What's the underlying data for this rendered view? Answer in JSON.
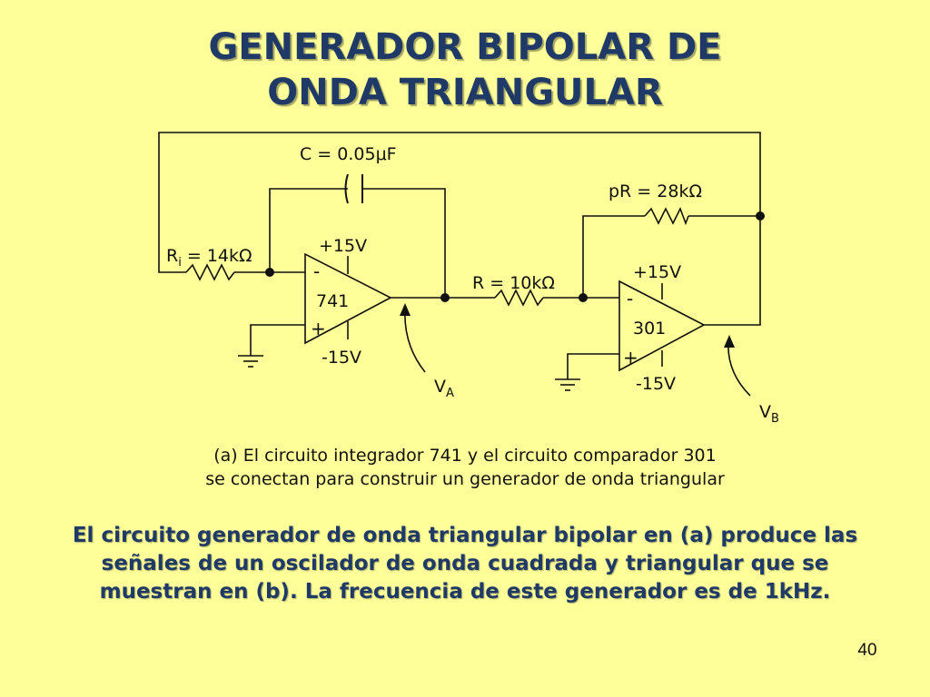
{
  "slide": {
    "title_line1": "GENERADOR BIPOLAR DE",
    "title_line2": "ONDA TRIANGULAR",
    "caption_line1": "(a) El circuito integrador 741 y el circuito comparador 301",
    "caption_line2": "se conectan para construir un generador de onda triangular",
    "paragraph": "El circuito generador de onda triangular bipolar en (a) produce las señales de un oscilador de onda cuadrada y triangular que se muestran en (b). La frecuencia de este generador es de 1kHz.",
    "page_number": "40"
  },
  "circuit": {
    "capacitor_label": "C = 0.05μF",
    "ri_label_main": "R",
    "ri_label_sub": "i",
    "ri_label_value": " = 14kΩ",
    "pr_label": "pR = 28kΩ",
    "r_label": "R = 10kΩ",
    "opamp1": {
      "name": "741",
      "vplus": "+15V",
      "vminus": "-15V",
      "inv": "-",
      "noninv": "+"
    },
    "opamp2": {
      "name": "301",
      "vplus": "+15V",
      "vminus": "-15V",
      "inv": "-",
      "noninv": "+"
    },
    "va_main": "V",
    "va_sub": "A",
    "vb_main": "V",
    "vb_sub": "B"
  }
}
